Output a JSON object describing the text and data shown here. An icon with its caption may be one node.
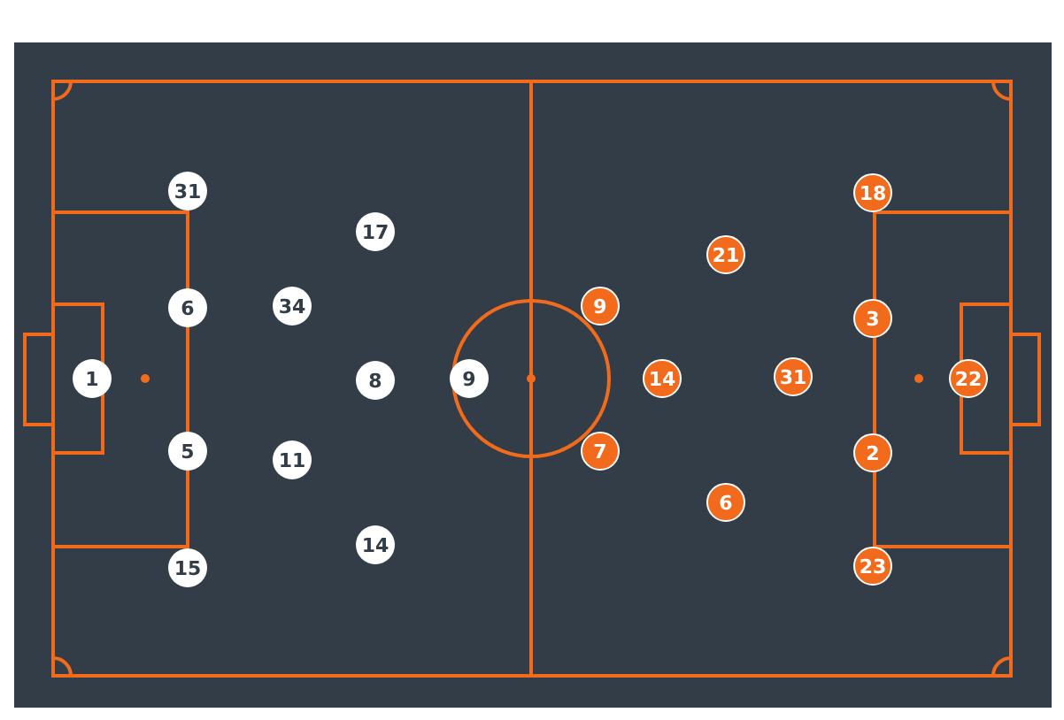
{
  "diagram": {
    "nodes": [
      {
        "text": [
          "1"
        ]
      },
      {
        "text": [
          "31"
        ]
      },
      {
        "text": [
          "6"
        ]
      },
      {
        "text": [
          "5"
        ]
      },
      {
        "text": [
          "15"
        ]
      },
      {
        "text": [
          "34"
        ]
      },
      {
        "text": [
          "11"
        ]
      },
      {
        "text": [
          "17"
        ]
      },
      {
        "text": [
          "8"
        ]
      },
      {
        "text": [
          "14"
        ]
      },
      {
        "text": [
          "9"
        ]
      },
      {
        "text": [
          "9"
        ]
      },
      {
        "text": [
          "7"
        ]
      },
      {
        "text": [
          "14"
        ]
      },
      {
        "text": [
          "21"
        ]
      },
      {
        "text": [
          "6"
        ]
      },
      {
        "text": [
          "31"
        ]
      },
      {
        "text": [
          "18"
        ]
      },
      {
        "text": [
          "3"
        ]
      },
      {
        "text": [
          "2"
        ]
      },
      {
        "text": [
          "23"
        ]
      },
      {
        "text": [
          "22"
        ]
      }
    ]
  }
}
